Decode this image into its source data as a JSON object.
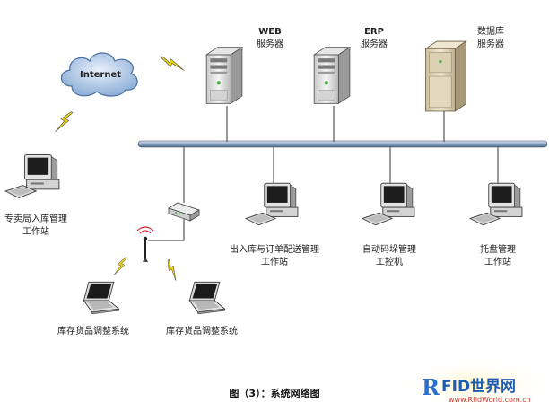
{
  "nodes": {
    "internet": "Internet",
    "web_server": [
      "WEB",
      "服务器"
    ],
    "erp_server": [
      "ERP",
      "服务器"
    ],
    "db_server": [
      "数据库",
      "服务器"
    ],
    "ws_special": [
      "专卖局入库管理",
      "工作站"
    ],
    "ws_order": [
      "出入库与订单配送管理",
      "工作站"
    ],
    "ws_code": [
      "自动码垛管理",
      "工控机"
    ],
    "ws_pallet": [
      "托盘管理",
      "工作站"
    ],
    "laptop_1": "库存货品调整系统",
    "laptop_2": "库存货品调整系统"
  },
  "caption": "图（3）：系统网络图",
  "watermark": {
    "mark": "R",
    "text": "FID世界网",
    "url": "www.RfidWorld.com.cn"
  }
}
